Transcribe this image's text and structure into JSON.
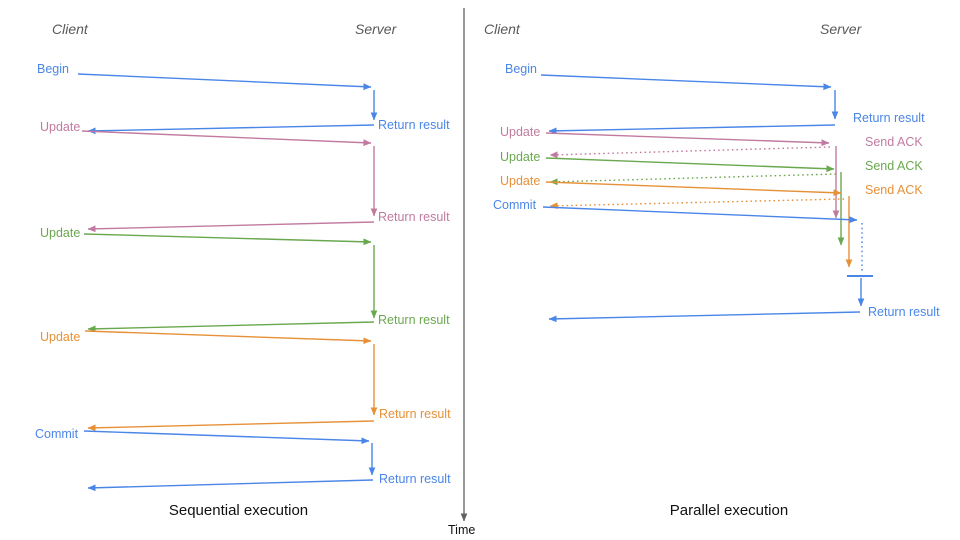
{
  "colors": {
    "blue": "#4a86e8",
    "pink": "#c27ba0",
    "green": "#6aa84f",
    "orange": "#e69138",
    "gray": "#616161",
    "header_gray": "#595959",
    "title_black": "#111111"
  },
  "timeline": {
    "label": "Time"
  },
  "sequential": {
    "client_header": "Client",
    "server_header": "Server",
    "title": "Sequential execution",
    "messages": [
      {
        "request": "Begin",
        "response": "Return result",
        "color": "blue"
      },
      {
        "request": "Update",
        "response": "Return result",
        "color": "pink"
      },
      {
        "request": "Update",
        "response": "Return result",
        "color": "green"
      },
      {
        "request": "Update",
        "response": "Return result",
        "color": "orange"
      },
      {
        "request": "Commit",
        "response": "Return result",
        "color": "blue"
      }
    ]
  },
  "parallel": {
    "client_header": "Client",
    "server_header": "Server",
    "title": "Parallel execution",
    "messages": [
      {
        "request": "Begin",
        "response": "Return result",
        "color": "blue"
      },
      {
        "request": "Update",
        "response": "Send ACK",
        "color": "pink"
      },
      {
        "request": "Update",
        "response": "Send ACK",
        "color": "green"
      },
      {
        "request": "Update",
        "response": "Send ACK",
        "color": "orange"
      },
      {
        "request": "Commit",
        "response": "Return result",
        "color": "blue"
      }
    ]
  }
}
